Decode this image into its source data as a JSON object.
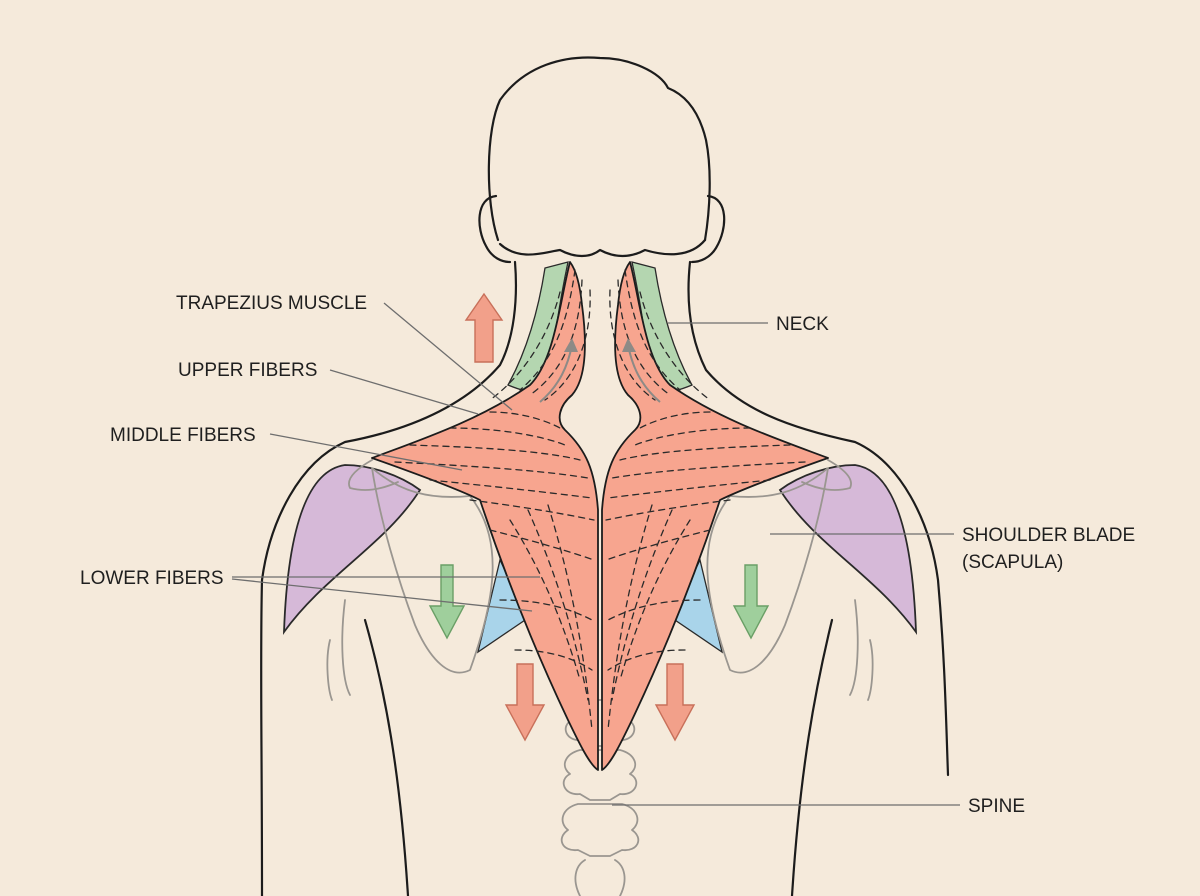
{
  "labels": {
    "trapezius": "TRAPEZIUS MUSCLE",
    "upper_fibers": "UPPER FIBERS",
    "middle_fibers": "MIDDLE FIBERS",
    "lower_fibers": "LOWER FIBERS",
    "neck": "NECK",
    "shoulder_blade_line1": "SHOULDER BLADE",
    "shoulder_blade_line2": "(SCAPULA)",
    "spine": "SPINE"
  },
  "colors": {
    "background": "#f5eadb",
    "trapezius": "#f7a58f",
    "neck_muscle": "#b4d6b0",
    "deltoid": "#d6b9d8",
    "rhomboid": "#a9d4ea",
    "arrow_up_down": "#f2a08a",
    "arrow_scapula": "#9fcf9c",
    "outline": "#1c1c1c"
  }
}
